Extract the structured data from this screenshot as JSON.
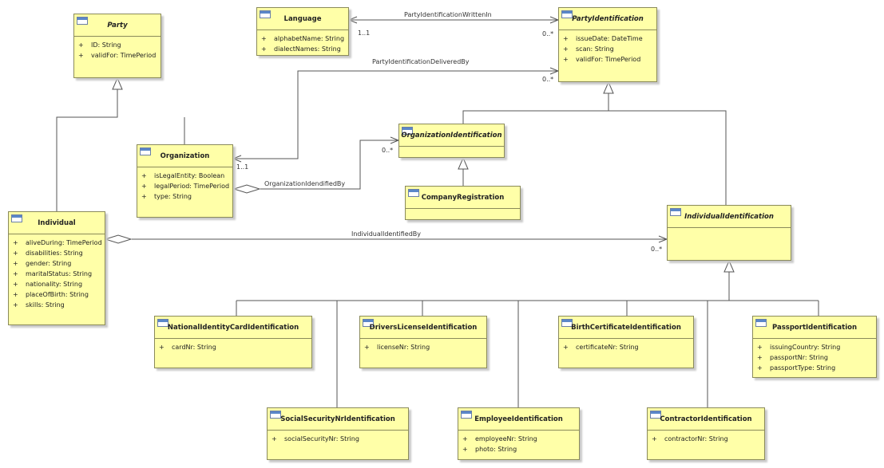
{
  "classes": [
    {
      "key": "party",
      "name": "Party",
      "abstract": true,
      "attrs": [
        {
          "vis": "+",
          "text": "ID: String"
        },
        {
          "vis": "+",
          "text": "validFor: TimePeriod"
        }
      ]
    },
    {
      "key": "language",
      "name": "Language",
      "abstract": false,
      "attrs": [
        {
          "vis": "+",
          "text": "alphabetName: String"
        },
        {
          "vis": "+",
          "text": "dialectNames: String"
        }
      ]
    },
    {
      "key": "partyIdentification",
      "name": "PartyIdentification",
      "abstract": true,
      "attrs": [
        {
          "vis": "+",
          "text": "issueDate: DateTime"
        },
        {
          "vis": "+",
          "text": "scan: String"
        },
        {
          "vis": "+",
          "text": "validFor: TimePeriod"
        }
      ]
    },
    {
      "key": "organization",
      "name": "Organization",
      "abstract": false,
      "attrs": [
        {
          "vis": "+",
          "text": "isLegalEntity: Boolean"
        },
        {
          "vis": "+",
          "text": "legalPeriod: TimePeriod"
        },
        {
          "vis": "+",
          "text": "type: String"
        }
      ]
    },
    {
      "key": "organizationIdentification",
      "name": "OrganizationIdentification",
      "abstract": true,
      "attrs": []
    },
    {
      "key": "companyRegistration",
      "name": "CompanyRegistration",
      "abstract": false,
      "attrs": []
    },
    {
      "key": "individual",
      "name": "Individual",
      "abstract": false,
      "attrs": [
        {
          "vis": "+",
          "text": "aliveDuring: TimePeriod"
        },
        {
          "vis": "+",
          "text": "disabilities: String"
        },
        {
          "vis": "+",
          "text": "gender: String"
        },
        {
          "vis": "+",
          "text": "maritalStatus: String"
        },
        {
          "vis": "+",
          "text": "nationality: String"
        },
        {
          "vis": "+",
          "text": "placeOfBirth: String"
        },
        {
          "vis": "+",
          "text": "skills: String"
        }
      ]
    },
    {
      "key": "individualIdentification",
      "name": "IndividualIdentification",
      "abstract": true,
      "attrs": []
    },
    {
      "key": "nationalIdentityCardIdentification",
      "name": "NationalIdentityCardIdentification",
      "abstract": false,
      "attrs": [
        {
          "vis": "+",
          "text": "cardNr: String"
        }
      ]
    },
    {
      "key": "driversLicenseIdentification",
      "name": "DriversLicenseIdentification",
      "abstract": false,
      "attrs": [
        {
          "vis": "+",
          "text": "licenseNr: String"
        }
      ]
    },
    {
      "key": "birthCertificateIdentification",
      "name": "BirthCertificateIdentification",
      "abstract": false,
      "attrs": [
        {
          "vis": "+",
          "text": "certificateNr: String"
        }
      ]
    },
    {
      "key": "passportIdentification",
      "name": "PassportIdentification",
      "abstract": false,
      "attrs": [
        {
          "vis": "+",
          "text": "issuingCountry: String"
        },
        {
          "vis": "+",
          "text": "passportNr: String"
        },
        {
          "vis": "+",
          "text": "passportType: String"
        }
      ]
    },
    {
      "key": "socialSecurityNrIdentification",
      "name": "SocialSecurityNrIdentification",
      "abstract": false,
      "attrs": [
        {
          "vis": "+",
          "text": "socialSecurityNr: String"
        }
      ]
    },
    {
      "key": "employeeIdentification",
      "name": "EmployeeIdentification",
      "abstract": false,
      "attrs": [
        {
          "vis": "+",
          "text": "employeeNr: String"
        },
        {
          "vis": "+",
          "text": "photo: String"
        }
      ]
    },
    {
      "key": "contractorIdentification",
      "name": "ContractorIdentification",
      "abstract": false,
      "attrs": [
        {
          "vis": "+",
          "text": "contractorNr: String"
        }
      ]
    }
  ],
  "associations": {
    "writtenIn": {
      "label": "PartyIdentificationWrittenIn",
      "source_mult": "1..1",
      "target_mult": "0..*"
    },
    "deliveredBy": {
      "label": "PartyIdentificationDeliveredBy",
      "source_mult": "1..1",
      "target_mult": "0..*"
    },
    "orgIdentifiedBy": {
      "label": "OrganizationIdendifiedBy",
      "target_mult": "0..*"
    },
    "indIdentifiedBy": {
      "label": "IndividualIdentifiedBy",
      "target_mult": "0..*"
    }
  }
}
